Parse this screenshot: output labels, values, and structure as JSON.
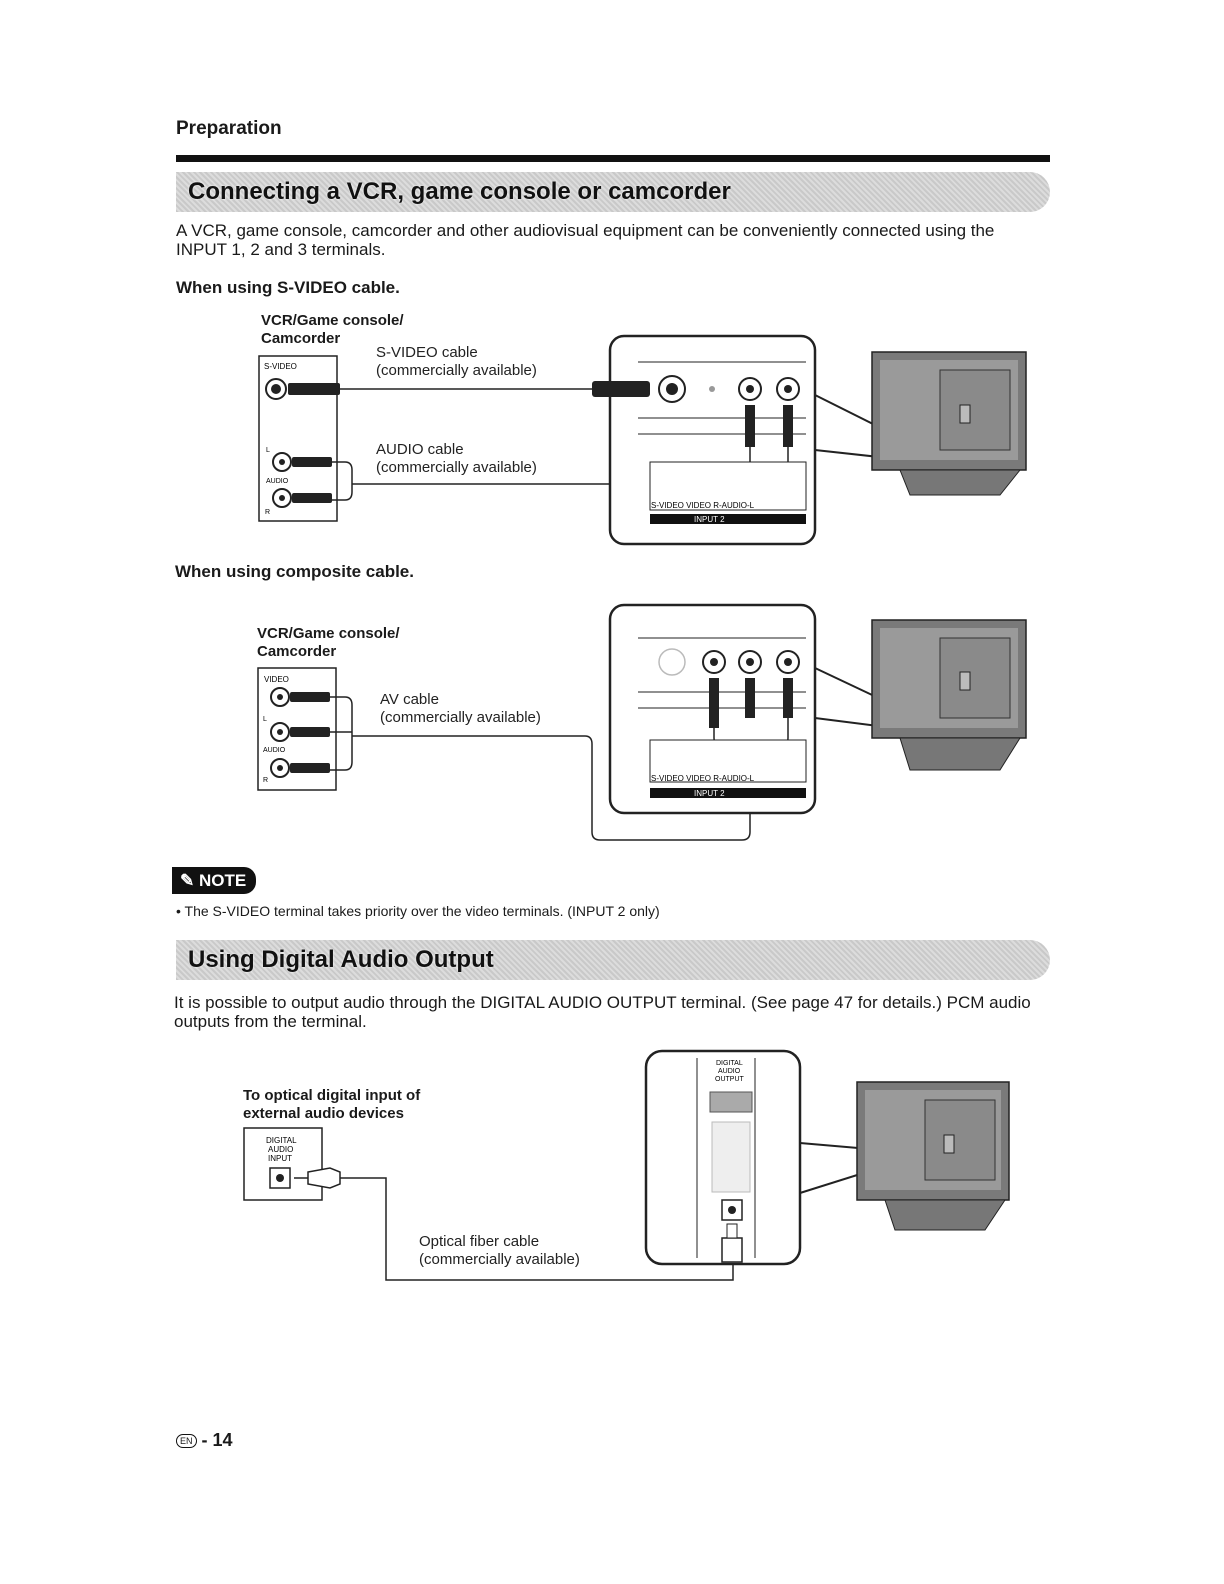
{
  "header": {
    "section": "Preparation"
  },
  "vcr_section": {
    "title": "Connecting a VCR, game console or camcorder",
    "intro_line1": "A VCR, game console, camcorder and other audiovisual equipment can be conveniently connected using the",
    "intro_line2": "INPUT 1, 2 and 3 terminals.",
    "svideo": {
      "heading": "When using S-VIDEO cable.",
      "device_line1": "VCR/Game console/",
      "device_line2": "Camcorder",
      "port_svideo": "S-VIDEO",
      "port_l": "L",
      "port_audio": "AUDIO",
      "port_r": "R",
      "cable1_line1": "S-VIDEO cable",
      "cable1_line2": "(commercially available)",
      "cable2_line1": "AUDIO cable",
      "cable2_line2": "(commercially available)",
      "tv_labels": "S-VIDEO   VIDEO     R-AUDIO-L",
      "tv_input": "INPUT 2"
    },
    "composite": {
      "heading": "When using composite cable.",
      "device_line1": "VCR/Game console/",
      "device_line2": "Camcorder",
      "port_video": "VIDEO",
      "port_l": "L",
      "port_audio": "AUDIO",
      "port_r": "R",
      "cable_line1": "AV cable",
      "cable_line2": "(commercially available)",
      "tv_labels": "S-VIDEO   VIDEO     R-AUDIO-L",
      "tv_input": "INPUT 2"
    },
    "note": {
      "badge": "NOTE",
      "text": "The S-VIDEO terminal takes priority over the video terminals. (INPUT 2 only)"
    }
  },
  "digital_section": {
    "title": "Using Digital Audio Output",
    "intro_line1": "It is possible to output audio through the DIGITAL AUDIO OUTPUT terminal. (See page 47 for details.) PCM audio",
    "intro_line2": "outputs from the terminal.",
    "device_line1": "To optical digital input of",
    "device_line2": "external audio devices",
    "port_line1": "DIGITAL",
    "port_line2": "AUDIO",
    "port_line3": "INPUT",
    "tv_port_line1": "DIGITAL",
    "tv_port_line2": "AUDIO",
    "tv_port_line3": "OUTPUT",
    "cable_line1": "Optical fiber cable",
    "cable_line2": "(commercially available)"
  },
  "footer": {
    "lang_badge": "EN",
    "separator": "-",
    "page": "14"
  }
}
